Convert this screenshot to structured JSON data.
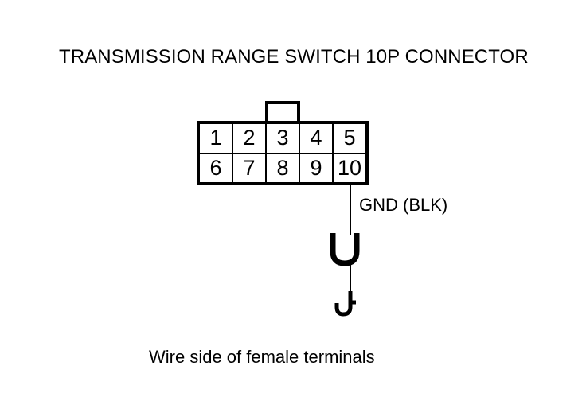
{
  "diagram": {
    "title": "TRANSMISSION RANGE SWITCH 10P CONNECTOR",
    "caption": "Wire side of female terminals",
    "line_color": "#000000",
    "background_color": "#ffffff",
    "connector": {
      "pin_count": "10",
      "rows": [
        {
          "pins": [
            "1",
            "2",
            "3",
            "4",
            "5"
          ]
        },
        {
          "pins": [
            "6",
            "7",
            "8",
            "9",
            "10"
          ]
        }
      ],
      "tab_name": "locking-tab"
    },
    "wire": {
      "from_pin": "10",
      "label": "GND (BLK)",
      "circuit": "GND",
      "wire_color_code": "BLK",
      "terminal_symbols": [
        "u-hook-terminal",
        "j-hook-terminal"
      ]
    }
  }
}
